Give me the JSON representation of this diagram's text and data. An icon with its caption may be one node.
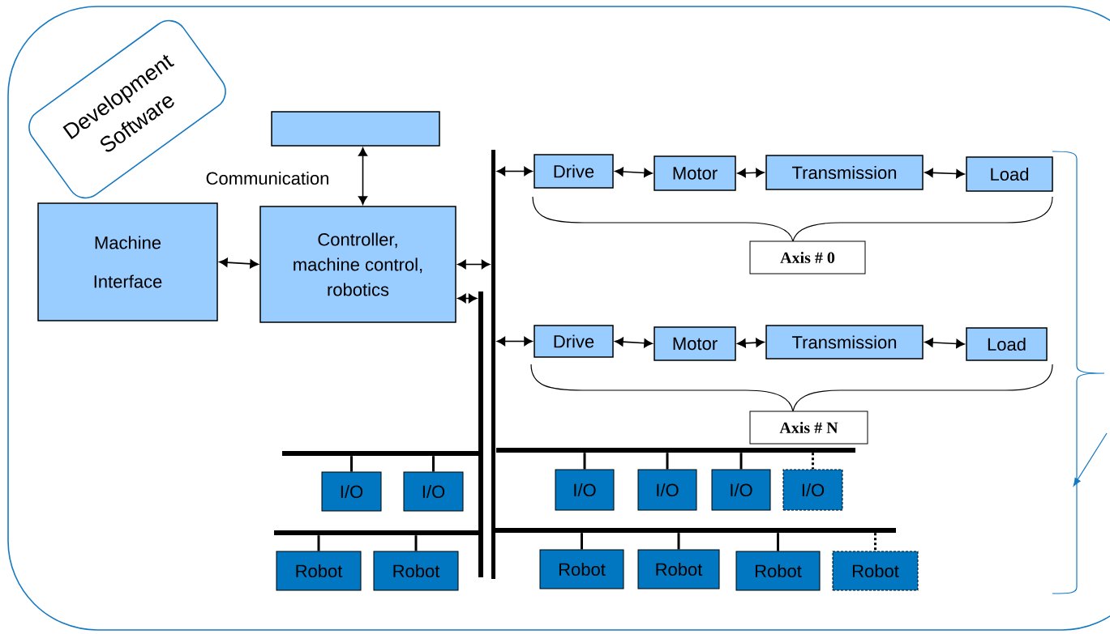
{
  "diagram": {
    "nodes": [
      {
        "text": [
          "Development Software"
        ]
      },
      {
        "text": [],
        "shape": "box"
      },
      {
        "text": [
          "Machine Interface"
        ]
      },
      {
        "text": [
          "Controller, machine control, robotics"
        ]
      },
      {
        "text": [],
        "shape": "bar"
      },
      {
        "text": [],
        "shape": "bar"
      },
      {
        "text": [
          "Drive"
        ]
      },
      {
        "text": [
          "Motor"
        ]
      },
      {
        "text": [
          "Transmission"
        ]
      },
      {
        "text": [
          "Load"
        ]
      },
      {
        "text": [
          "Axis # 0"
        ]
      },
      {
        "text": [
          "Drive"
        ]
      },
      {
        "text": [
          "Motor"
        ]
      },
      {
        "text": [
          "Transmission"
        ]
      },
      {
        "text": [
          "Load"
        ]
      },
      {
        "text": [
          "Axis # N"
        ]
      },
      {
        "text": [],
        "shape": "bar"
      },
      {
        "text": [
          "I/O"
        ]
      },
      {
        "text": [
          "I/O"
        ]
      },
      {
        "text": [],
        "shape": "bar"
      },
      {
        "text": [
          "I/O"
        ]
      },
      {
        "text": [
          "I/O"
        ]
      },
      {
        "text": [
          "I/O"
        ]
      },
      {
        "text": [
          "I/O"
        ]
      },
      {
        "text": [],
        "shape": "bar"
      },
      {
        "text": [
          "Robot"
        ]
      },
      {
        "text": [
          "Robot"
        ]
      },
      {
        "text": [],
        "shape": "bar"
      },
      {
        "text": [
          "Robot"
        ]
      },
      {
        "text": [
          "Robot"
        ]
      },
      {
        "text": [
          "Robot"
        ]
      },
      {
        "text": [
          "Robot"
        ]
      }
    ],
    "edges": [
      {
        "from": 1,
        "to": 3,
        "arrow": "both",
        "label": "Communication"
      },
      {
        "from": 2,
        "to": 3,
        "arrow": "both"
      },
      {
        "from": 3,
        "to": 4,
        "arrow": "both"
      },
      {
        "from": 3,
        "to": 5,
        "arrow": "both"
      },
      {
        "from": 4,
        "to": 6,
        "arrow": "both"
      },
      {
        "from": 6,
        "to": 7,
        "arrow": "both"
      },
      {
        "from": 7,
        "to": 8,
        "arrow": "both"
      },
      {
        "from": 8,
        "to": 9,
        "arrow": "both"
      },
      {
        "from": 4,
        "to": 11,
        "arrow": "both"
      },
      {
        "from": 11,
        "to": 12,
        "arrow": "both"
      },
      {
        "from": 12,
        "to": 13,
        "arrow": "both"
      },
      {
        "from": 13,
        "to": 14,
        "arrow": "both"
      },
      {
        "from": 16,
        "to": 17,
        "arrow": "none"
      },
      {
        "from": 16,
        "to": 18,
        "arrow": "none"
      },
      {
        "from": 19,
        "to": 20,
        "arrow": "none"
      },
      {
        "from": 19,
        "to": 21,
        "arrow": "none"
      },
      {
        "from": 19,
        "to": 22,
        "arrow": "none"
      },
      {
        "from": 19,
        "to": 23,
        "arrow": "none",
        "style": "dashed"
      },
      {
        "from": 24,
        "to": 25,
        "arrow": "none"
      },
      {
        "from": 24,
        "to": 26,
        "arrow": "none"
      },
      {
        "from": 27,
        "to": 28,
        "arrow": "none"
      },
      {
        "from": 27,
        "to": 29,
        "arrow": "none"
      },
      {
        "from": 27,
        "to": 30,
        "arrow": "none"
      },
      {
        "from": 27,
        "to": 31,
        "arrow": "none",
        "style": "dashed"
      }
    ]
  }
}
